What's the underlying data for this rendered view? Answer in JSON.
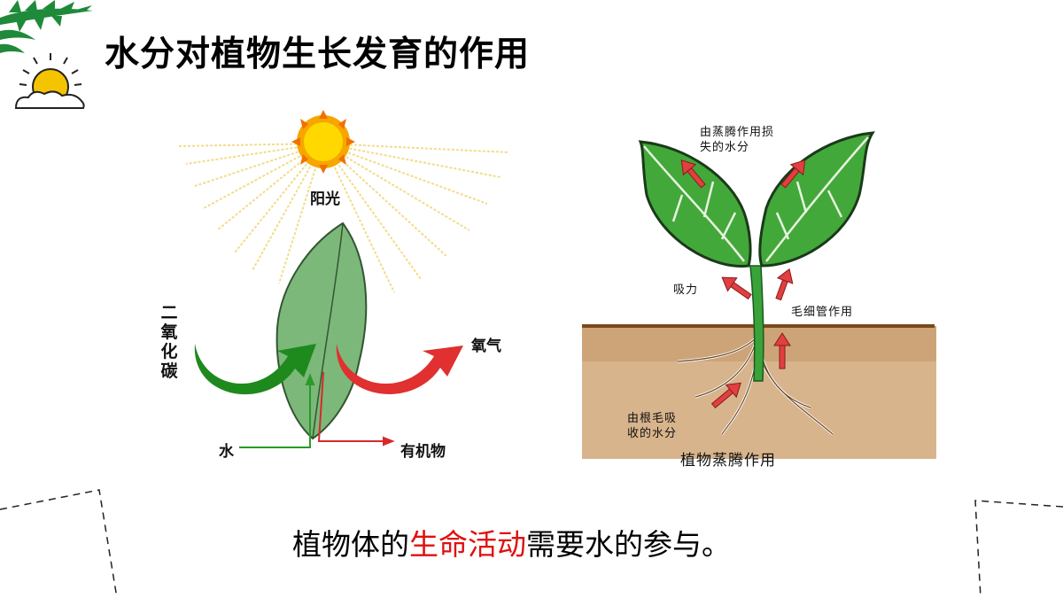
{
  "slide": {
    "title": "水分对植物生长发育的作用",
    "caption": {
      "before": "植物体的",
      "highlight": "生命活动",
      "after": "需要水的参与。"
    },
    "colors": {
      "highlight": "#e01010",
      "leaf_green": "#2f9a2a",
      "arrow_red": "#d92b2b",
      "soil": "#d8b48c",
      "sun": "#f5b400"
    }
  },
  "photosynthesis_diagram": {
    "sunlight": "阳光",
    "co2": "二氧化碳",
    "oxygen": "氧气",
    "water": "水",
    "organic_matter": "有机物"
  },
  "transpiration_diagram": {
    "lost_water": "由蒸腾作用损失的水分",
    "lost_water_line1": "由蒸腾作用损",
    "lost_water_line2": "失的水分",
    "suction": "吸力",
    "capillary": "毛细管作用",
    "root_absorb_line1": "由根毛吸",
    "root_absorb_line2": "收的水分",
    "caption": "植物蒸腾作用"
  }
}
